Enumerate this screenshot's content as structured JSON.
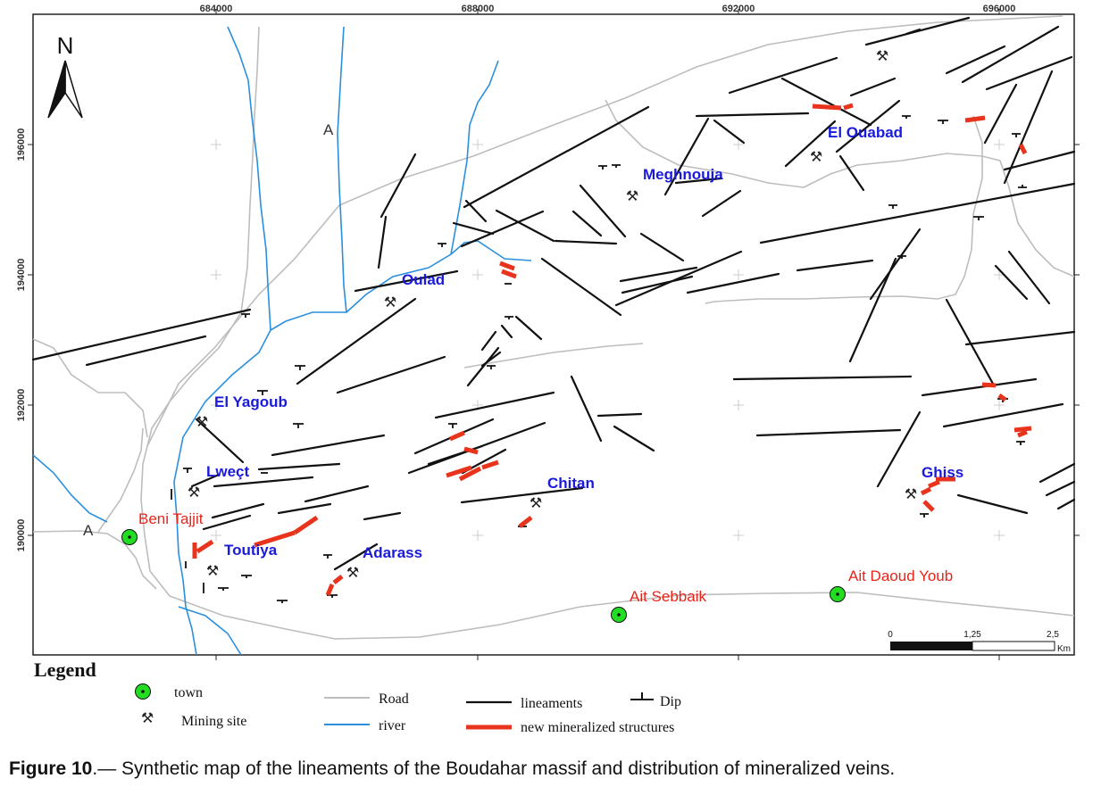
{
  "map": {
    "x_ticks": [
      "684000",
      "688000",
      "692000",
      "696000"
    ],
    "y_ticks": [
      "196000",
      "194000",
      "192000",
      "190000"
    ],
    "north_label": "N",
    "section_label_1": "A",
    "section_label_2": "A",
    "place_names": {
      "el_ouabad": "El Ouabad",
      "meghnouja": "Meghnouja",
      "oulad": "Oulad",
      "el_yagoub": "El Yagoub",
      "lwect": "Lweçt",
      "toutiya": "Toutiya",
      "adarass": "Adarass",
      "chitan": "Chitan",
      "ghiss": "Ghiss"
    },
    "towns": {
      "beni_tajjit": "Beni Tajjit",
      "ait_sebbaik": "Ait Sebbaik",
      "ait_daoud_youb": "Ait Daoud Youb"
    },
    "scale_bar": {
      "ticks": [
        "0",
        "1,25",
        "2,5"
      ],
      "unit": "Km"
    },
    "colors": {
      "road": "#bdbdbd",
      "river": "#2a8fdc",
      "lineament": "#111111",
      "mineralized": "#e8341c",
      "town": "#22dd22"
    }
  },
  "legend": {
    "title": "Legend",
    "town": "town",
    "mining_site": "Mining site",
    "road": "Road",
    "river": "river",
    "lineaments": "lineaments",
    "new_mineralized": "new mineralized structures",
    "dip": "Dip"
  },
  "caption": {
    "figure": "Figure 10",
    "text": ".— Synthetic map of the lineaments of the Boudahar massif and distribution of mineralized veins."
  }
}
